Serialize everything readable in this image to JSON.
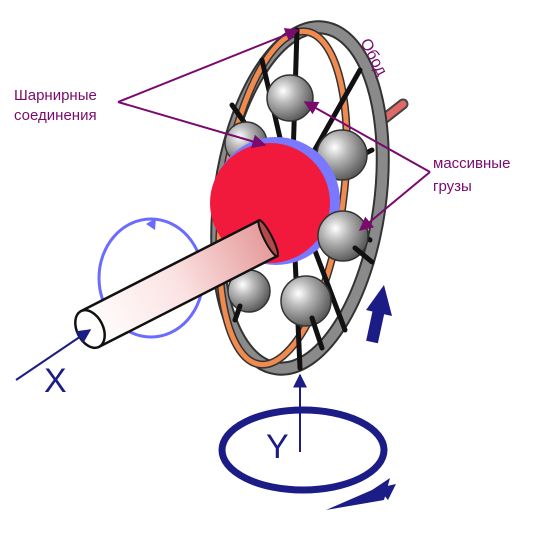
{
  "labels": {
    "hinges": [
      "Шарнирные",
      "соединения"
    ],
    "rim": "Обод",
    "weights": [
      "массивные",
      "грузы"
    ],
    "axis_x": "X",
    "axis_y": "Y"
  },
  "colors": {
    "annotation": "#7a0a6e",
    "axis": "#1c1c86",
    "hub": "#f21a3c",
    "hub_halo": "#7a78ff",
    "rim": "#8a8a8a",
    "rim_inner": "#f08a4e",
    "weight": "#888888",
    "shaft": "#f4c4c4",
    "rotation_ring_x": "#6b6bff"
  }
}
